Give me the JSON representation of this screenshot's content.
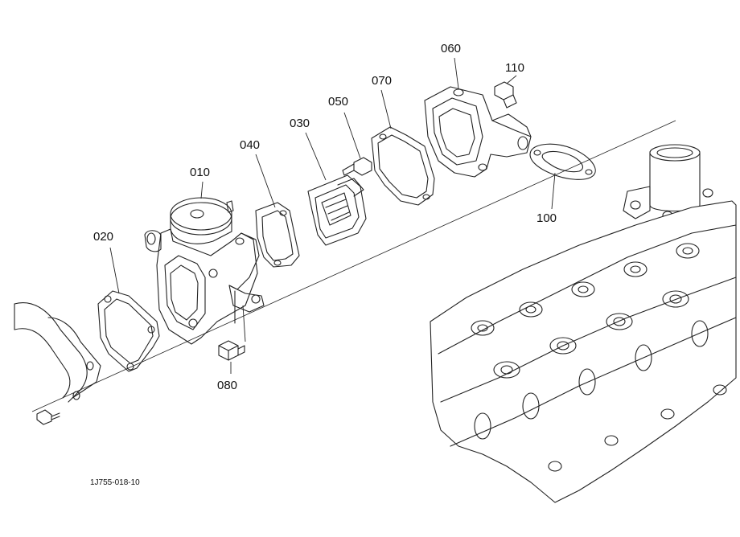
{
  "callouts": {
    "p010": "010",
    "p020": "020",
    "p030": "030",
    "p040": "040",
    "p050": "050",
    "p060": "060",
    "p070": "070",
    "p080": "080",
    "p100": "100",
    "p110": "110"
  },
  "drawing_code": "1J755-018-10"
}
